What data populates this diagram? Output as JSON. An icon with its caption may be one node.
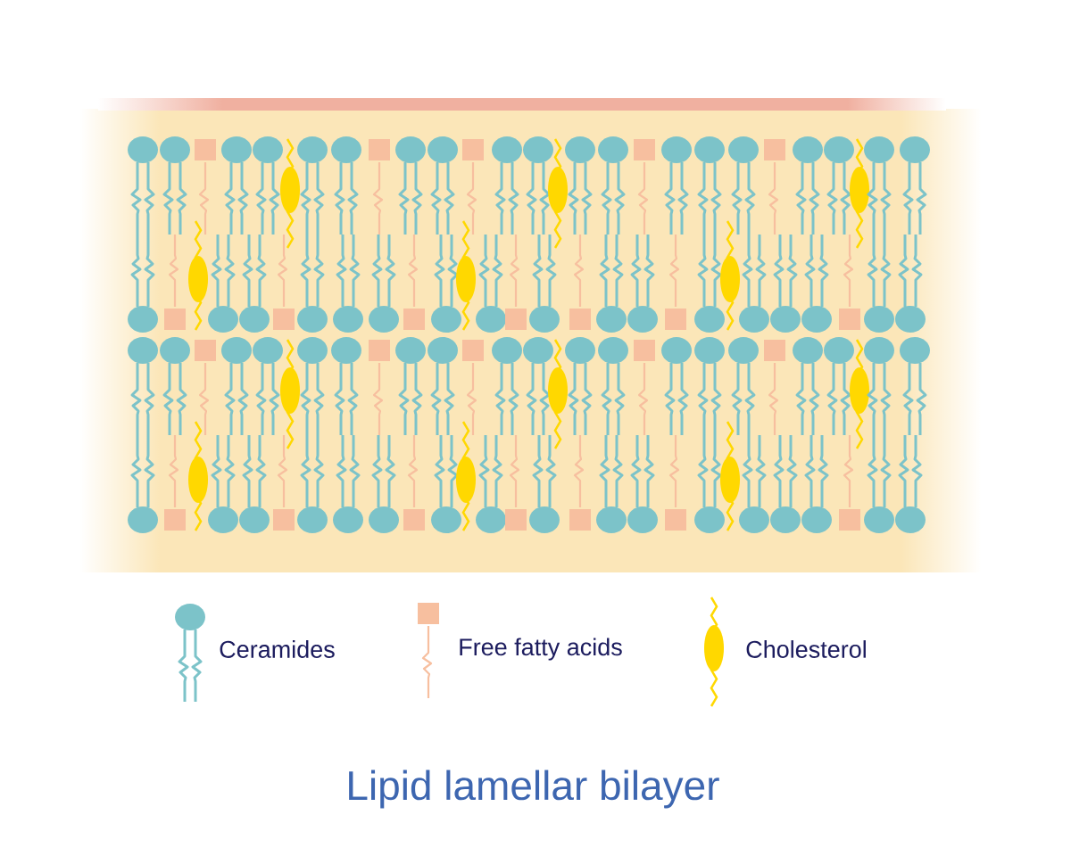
{
  "diagram": {
    "title": "Lipid lamellar bilayer",
    "legend": [
      {
        "text": "Ceramides"
      },
      {
        "text": "Free fatty acids"
      },
      {
        "text": "Cholesterol"
      }
    ]
  }
}
